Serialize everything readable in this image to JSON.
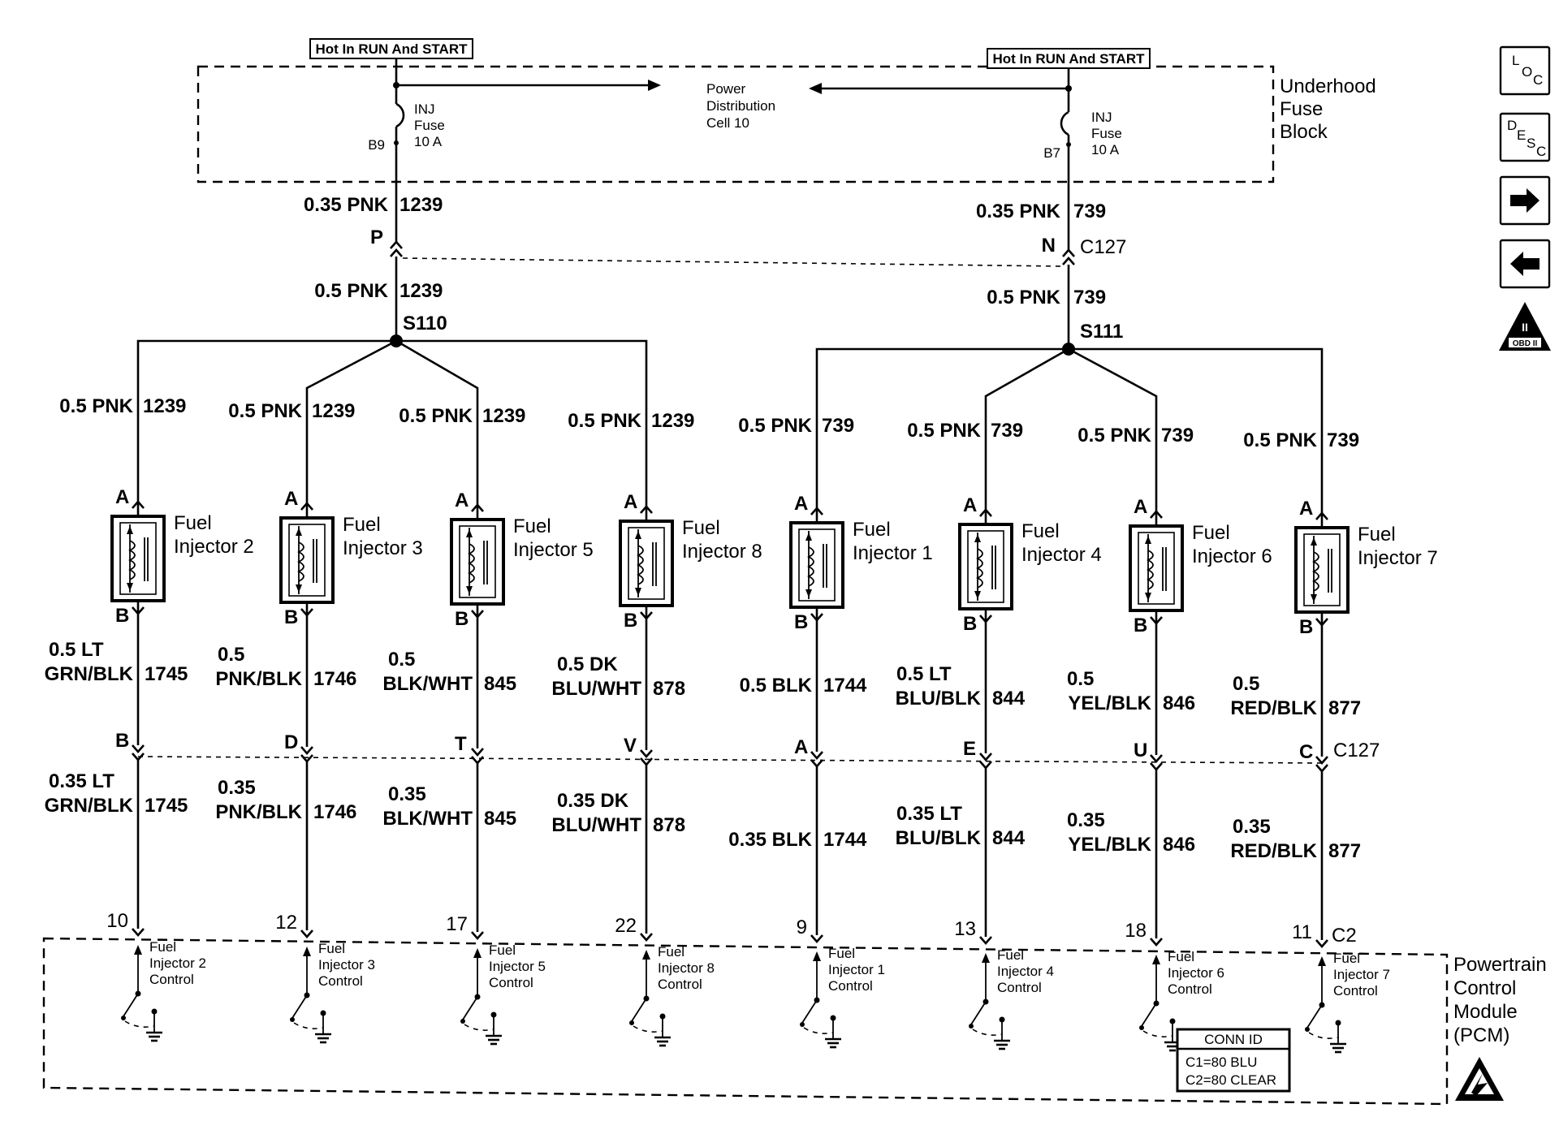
{
  "hot_labels": {
    "left": "Hot In RUN And START",
    "right": "Hot In RUN And START"
  },
  "fuse_block": {
    "title_lines": [
      "Underhood",
      "Fuse",
      "Block"
    ],
    "power_dist_lines": [
      "Power",
      "Distribution",
      "Cell 10"
    ],
    "fuse_left": {
      "lines": [
        "INJ",
        "Fuse",
        "10 A"
      ],
      "pin": "B9"
    },
    "fuse_right": {
      "lines": [
        "INJ",
        "Fuse",
        "10 A"
      ],
      "pin": "B7"
    }
  },
  "feed_wires": {
    "left_upper": {
      "gauge": "0.35 PNK",
      "circuit": "1239"
    },
    "right_upper": {
      "gauge": "0.35 PNK",
      "circuit": "739"
    },
    "left_mid": {
      "gauge": "0.5 PNK",
      "circuit": "1239"
    },
    "right_mid": {
      "gauge": "0.5 PNK",
      "circuit": "739"
    }
  },
  "connectors": {
    "c127_left_pin": "P",
    "c127_right_pin": "N",
    "c127_label": "C127",
    "c2_label": "C2"
  },
  "splices": {
    "left": "S110",
    "right": "S111"
  },
  "injectors": [
    {
      "name_lines": [
        "Fuel",
        "Injector 2"
      ],
      "top_pin": "A",
      "bottom_pin": "B",
      "feed": {
        "gauge": "0.5 PNK",
        "circuit": "1239"
      },
      "out_upper": {
        "gauge_lines": [
          "0.5 LT",
          "GRN/BLK"
        ],
        "circuit": "1745"
      },
      "c127_pin": "B",
      "out_lower": {
        "gauge_lines": [
          "0.35 LT",
          "GRN/BLK"
        ],
        "circuit": "1745"
      },
      "pcm_pin": "10",
      "pcm_lines": [
        "Fuel",
        "Injector 2",
        "Control"
      ]
    },
    {
      "name_lines": [
        "Fuel",
        "Injector 3"
      ],
      "top_pin": "A",
      "bottom_pin": "B",
      "feed": {
        "gauge": "0.5 PNK",
        "circuit": "1239"
      },
      "out_upper": {
        "gauge_lines": [
          "0.5",
          "PNK/BLK"
        ],
        "circuit": "1746"
      },
      "c127_pin": "D",
      "out_lower": {
        "gauge_lines": [
          "0.35",
          "PNK/BLK"
        ],
        "circuit": "1746"
      },
      "pcm_pin": "12",
      "pcm_lines": [
        "Fuel",
        "Injector 3",
        "Control"
      ]
    },
    {
      "name_lines": [
        "Fuel",
        "Injector 5"
      ],
      "top_pin": "A",
      "bottom_pin": "B",
      "feed": {
        "gauge": "0.5 PNK",
        "circuit": "1239"
      },
      "out_upper": {
        "gauge_lines": [
          "0.5",
          "BLK/WHT"
        ],
        "circuit": "845"
      },
      "c127_pin": "T",
      "out_lower": {
        "gauge_lines": [
          "0.35",
          "BLK/WHT"
        ],
        "circuit": "845"
      },
      "pcm_pin": "17",
      "pcm_lines": [
        "Fuel",
        "Injector 5",
        "Control"
      ]
    },
    {
      "name_lines": [
        "Fuel",
        "Injector 8"
      ],
      "top_pin": "A",
      "bottom_pin": "B",
      "feed": {
        "gauge": "0.5 PNK",
        "circuit": "1239"
      },
      "out_upper": {
        "gauge_lines": [
          "0.5 DK",
          "BLU/WHT"
        ],
        "circuit": "878"
      },
      "c127_pin": "V",
      "out_lower": {
        "gauge_lines": [
          "0.35 DK",
          "BLU/WHT"
        ],
        "circuit": "878"
      },
      "pcm_pin": "22",
      "pcm_lines": [
        "Fuel",
        "Injector 8",
        "Control"
      ]
    },
    {
      "name_lines": [
        "Fuel",
        "Injector 1"
      ],
      "top_pin": "A",
      "bottom_pin": "B",
      "feed": {
        "gauge": "0.5 PNK",
        "circuit": "739"
      },
      "out_upper": {
        "gauge_lines": [
          "0.5 BLK"
        ],
        "circuit": "1744"
      },
      "c127_pin": "A",
      "out_lower": {
        "gauge_lines": [
          "0.35 BLK"
        ],
        "circuit": "1744"
      },
      "pcm_pin": "9",
      "pcm_lines": [
        "Fuel",
        "Injector 1",
        "Control"
      ]
    },
    {
      "name_lines": [
        "Fuel",
        "Injector 4"
      ],
      "top_pin": "A",
      "bottom_pin": "B",
      "feed": {
        "gauge": "0.5 PNK",
        "circuit": "739"
      },
      "out_upper": {
        "gauge_lines": [
          "0.5 LT",
          "BLU/BLK"
        ],
        "circuit": "844"
      },
      "c127_pin": "E",
      "out_lower": {
        "gauge_lines": [
          "0.35 LT",
          "BLU/BLK"
        ],
        "circuit": "844"
      },
      "pcm_pin": "13",
      "pcm_lines": [
        "Fuel",
        "Injector 4",
        "Control"
      ]
    },
    {
      "name_lines": [
        "Fuel",
        "Injector 6"
      ],
      "top_pin": "A",
      "bottom_pin": "B",
      "feed": {
        "gauge": "0.5 PNK",
        "circuit": "739"
      },
      "out_upper": {
        "gauge_lines": [
          "0.5",
          "YEL/BLK"
        ],
        "circuit": "846"
      },
      "c127_pin": "U",
      "out_lower": {
        "gauge_lines": [
          "0.35",
          "YEL/BLK"
        ],
        "circuit": "846"
      },
      "pcm_pin": "18",
      "pcm_lines": [
        "Fuel",
        "Injector 6",
        "Control"
      ]
    },
    {
      "name_lines": [
        "Fuel",
        "Injector 7"
      ],
      "top_pin": "A",
      "bottom_pin": "B",
      "feed": {
        "gauge": "0.5 PNK",
        "circuit": "739"
      },
      "out_upper": {
        "gauge_lines": [
          "0.5",
          "RED/BLK"
        ],
        "circuit": "877"
      },
      "c127_pin": "C",
      "out_lower": {
        "gauge_lines": [
          "0.35",
          "RED/BLK"
        ],
        "circuit": "877"
      },
      "pcm_pin": "11",
      "pcm_lines": [
        "Fuel",
        "Injector 7",
        "Control"
      ]
    }
  ],
  "pcm": {
    "title_lines": [
      "Powertrain",
      "Control",
      "Module",
      "(PCM)"
    ],
    "conn_id": {
      "title": "CONN ID",
      "lines": [
        "C1=80 BLU",
        "C2=80 CLEAR"
      ]
    }
  },
  "nav": {
    "loc": {
      "letters": [
        "L",
        "O",
        "C"
      ],
      "icon": "loc-icon"
    },
    "desc": {
      "letters": [
        "D",
        "E",
        "S",
        "C"
      ],
      "icon": "desc-icon"
    },
    "next": {
      "icon": "arrow-right-icon"
    },
    "prev": {
      "icon": "arrow-left-icon"
    },
    "obd": {
      "label": "OBD II",
      "mark": "II",
      "icon": "obd-ii-icon"
    }
  },
  "esd_icon": "esd-warning-icon"
}
